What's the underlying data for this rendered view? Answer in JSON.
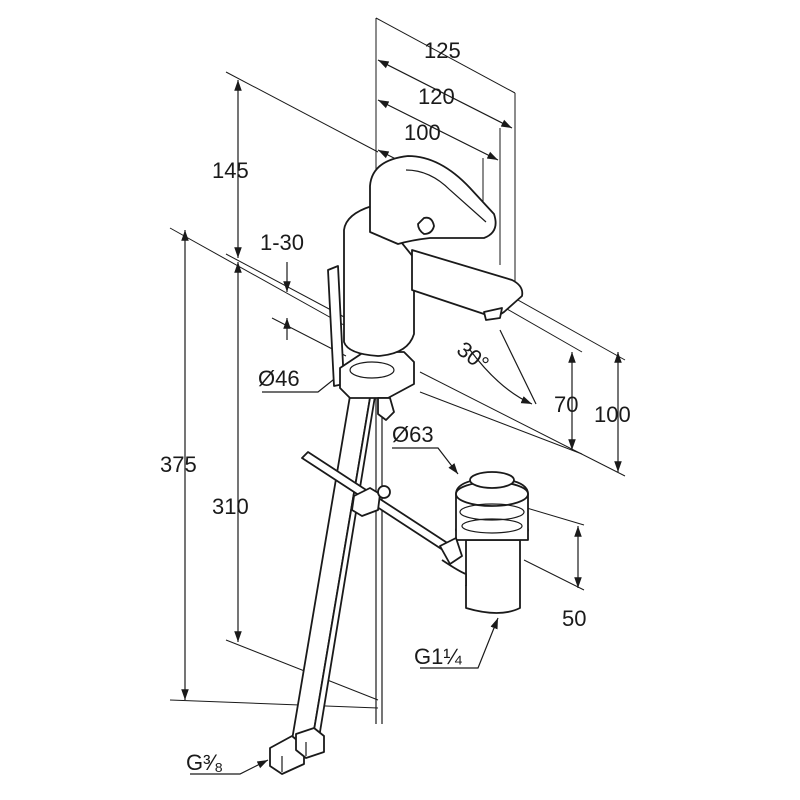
{
  "dimensions": {
    "d125": "125",
    "d120": "120",
    "d100_top": "100",
    "d145": "145",
    "d1_30": "1-30",
    "d375": "375",
    "d310": "310",
    "d46": "Ø46",
    "d63": "Ø63",
    "d30deg": "30°",
    "d70": "70",
    "d100_right": "100",
    "d50": "50",
    "g114": "G1¼",
    "g38": "G³⁄₈"
  },
  "colors": {
    "line": "#1a1a1a",
    "background": "#ffffff"
  }
}
